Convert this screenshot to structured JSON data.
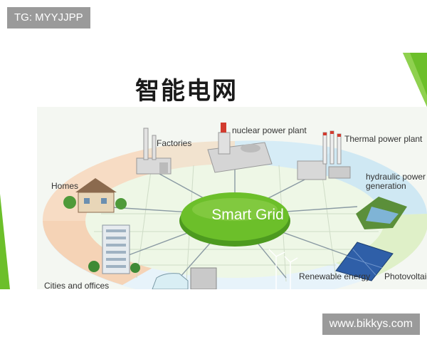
{
  "watermarks": {
    "top_left": "TG: MYYJJPP",
    "bottom_right": "www.bikkys.com"
  },
  "diagram": {
    "title": "智能电网",
    "center": "Smart Grid",
    "nodes": {
      "factories": "Factories",
      "nuclear": "nuclear power plant",
      "thermal": "Thermal power plant",
      "hydraulic": "hydraulic power generation",
      "homes": "Homes",
      "renewable": "Renewable energy",
      "photovoltaic": "Photovoltaic",
      "cities": "Cities and offices"
    }
  },
  "colors": {
    "accent_green": "#6cbf2a",
    "ellipse_blue": "#cfe8f3",
    "sector_peach": "#f7dcc4",
    "sector_light_green": "#dff0c8",
    "watermark_gray": "#9a9a9a"
  }
}
